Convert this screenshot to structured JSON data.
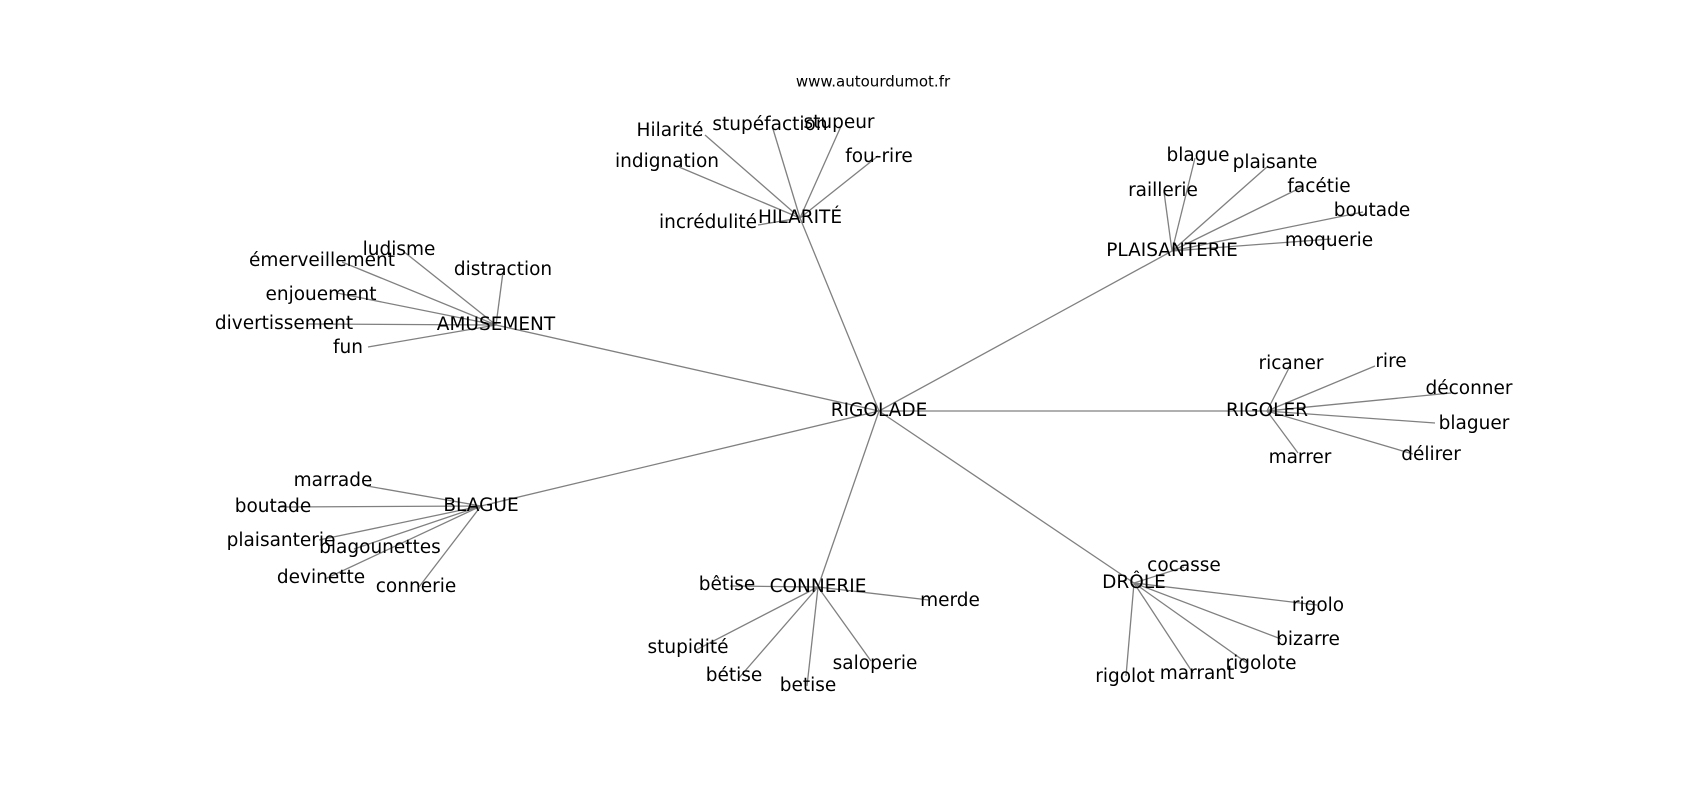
{
  "site": "www.autourdumot.fr",
  "root": "RIGOLADE",
  "hubs": [
    {
      "label": "HILARITÉ",
      "leaves": [
        "Hilarité",
        "stupéfaction",
        "stupeur",
        "indignation",
        "fou-rire",
        "incrédulité"
      ]
    },
    {
      "label": "PLAISANTERIE",
      "leaves": [
        "blague",
        "plaisante",
        "raillerie",
        "facétie",
        "boutade",
        "moquerie"
      ]
    },
    {
      "label": "AMUSEMENT",
      "leaves": [
        "ludisme",
        "émerveillement",
        "distraction",
        "enjouement",
        "divertissement",
        "fun"
      ]
    },
    {
      "label": "RIGOLER",
      "leaves": [
        "ricaner",
        "rire",
        "déconner",
        "blaguer",
        "délirer",
        "marrer"
      ]
    },
    {
      "label": "BLAGUE",
      "leaves": [
        "marrade",
        "boutade",
        "plaisanterie",
        "blagounettes",
        "devinette",
        "connerie"
      ]
    },
    {
      "label": "CONNERIE",
      "leaves": [
        "bêtise",
        "merde",
        "stupidité",
        "saloperie",
        "bétise",
        "betise"
      ]
    },
    {
      "label": "DRÔLE",
      "leaves": [
        "cocasse",
        "rigolo",
        "bizarre",
        "rigolote",
        "marrant",
        "rigolot"
      ]
    }
  ]
}
